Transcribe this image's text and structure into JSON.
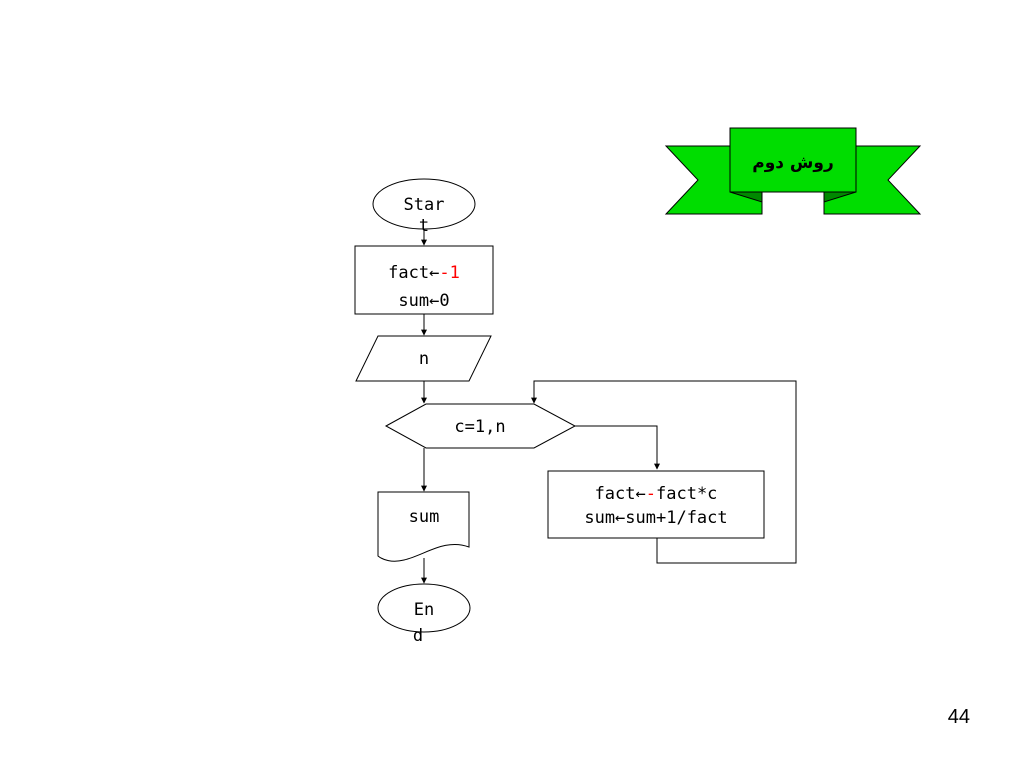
{
  "banner": {
    "text": "روش دوم",
    "color": "#00dd00"
  },
  "flowchart": {
    "start_line1": "Star",
    "start_line2": "t",
    "init_fact_prefix": "fact←",
    "init_fact_value": "-1",
    "init_sum": "sum←0",
    "input": "n",
    "loop": "c=1,n",
    "body_fact_prefix": "fact←",
    "body_fact_dash": "-",
    "body_fact_suffix": "fact*c",
    "body_sum": "sum←sum+1/fact",
    "output": "sum",
    "end_line1": "En",
    "end_line2": "d",
    "highlight_color": "#ff0000"
  },
  "page_number": "44"
}
